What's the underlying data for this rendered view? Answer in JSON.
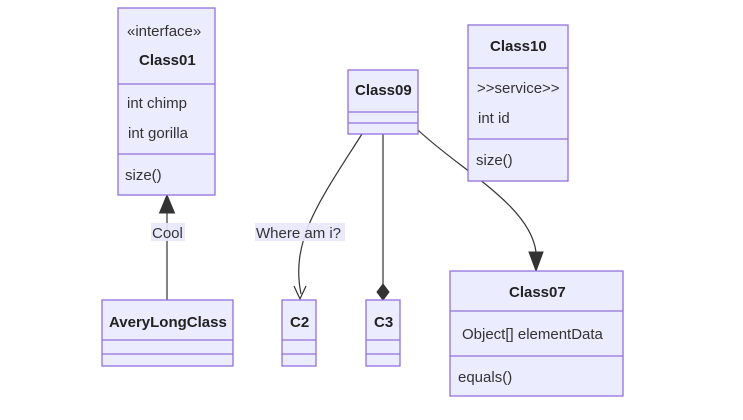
{
  "classes": {
    "class01": {
      "annotation": "«interface»",
      "name": "Class01",
      "attributes": [
        "int chimp",
        "int gorilla"
      ],
      "methods": [
        "size()"
      ]
    },
    "class09": {
      "name": "Class09",
      "attributes": [],
      "methods": []
    },
    "class10": {
      "name": "Class10",
      "attributes": [
        ">>service>>",
        "int id"
      ],
      "methods": [
        "size()"
      ]
    },
    "averylongclass": {
      "name": "AveryLongClass",
      "attributes": [],
      "methods": []
    },
    "c2": {
      "name": "C2",
      "attributes": [],
      "methods": []
    },
    "c3": {
      "name": "C3",
      "attributes": [],
      "methods": []
    },
    "class07": {
      "name": "Class07",
      "attributes": [
        "Object[] elementData"
      ],
      "methods": [
        "equals()"
      ]
    }
  },
  "relations": {
    "inheritance": {
      "label": "Cool"
    },
    "association": {
      "label": "Where am i?"
    }
  },
  "colors": {
    "box_fill": "#ececff",
    "box_stroke": "#9370db",
    "edge": "#333333"
  }
}
